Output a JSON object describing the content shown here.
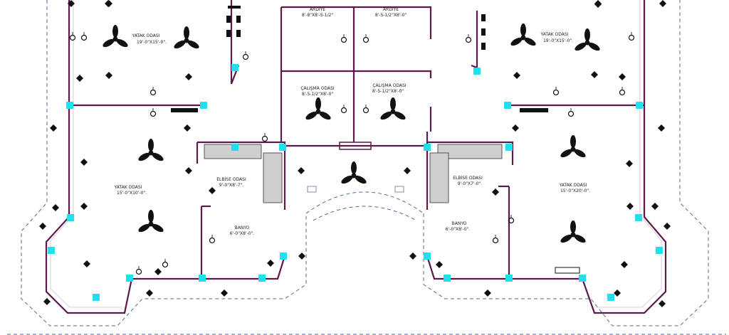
{
  "rooms": [
    {
      "name": "YATAK ODASI",
      "size": "19'-0\"X15'-0\"."
    },
    {
      "name": "ARDIYE",
      "size": "8'-8\"X8'-5-1/2\""
    },
    {
      "name": "ARDIYE",
      "size": "8'-5-1/2\"X8'-0\""
    },
    {
      "name": "ÇALIŞMA ODASI",
      "size": "8'-5-1/2\"X8'-0\""
    },
    {
      "name": "ÇALIŞMA ODASI",
      "size": "8'-5-1/2\"X8'-0\""
    },
    {
      "name": "YATAK ODASI",
      "size": "19'-0\"X15'-0\"."
    },
    {
      "name": "YATAK ODASI",
      "size": "15'-0\"X10'-0\"."
    },
    {
      "name": "ELBİSE ODASI",
      "size": "9'-0\"X8'-7\"."
    },
    {
      "name": "BANYO",
      "size": "6'-0\"X8'-0\"."
    },
    {
      "name": "ELBİSE ODASI",
      "size": "9'-0\"X7'-0\"."
    },
    {
      "name": "BANYO",
      "size": "6'-0\"X8'-0\"."
    },
    {
      "name": "YATAK ODASI",
      "size": "15'-0\"X20'-0\"."
    }
  ],
  "colors": {
    "wall": "#5a1a4a",
    "column": "#1fe0ee",
    "dashed_outline": "#4a6b9a",
    "fixture": "#111111"
  },
  "symbols": [
    "ceiling-fan-icon",
    "ceiling-light-icon",
    "wall-switch-icon",
    "column-marker"
  ]
}
